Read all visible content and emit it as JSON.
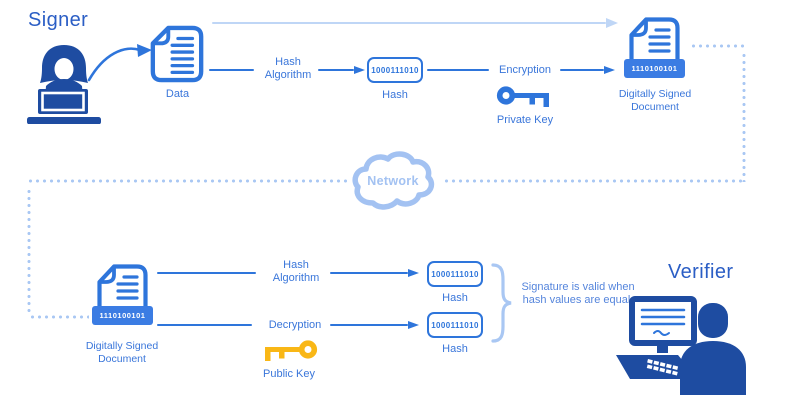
{
  "colors": {
    "primary_blue": "#2E75DB",
    "dark_blue": "#1E4CA1",
    "heading_blue": "#2B5EC5",
    "label_blue": "#3A76DA",
    "light_blue_dots": "#A9C7F3",
    "light_arrow_blue": "#BFD6F6",
    "banner_blue": "#3B7CE3",
    "key_yellow": "#F9B716",
    "note_blue": "#5585DC"
  },
  "icons": {
    "signer": "woman-at-laptop-icon",
    "data_document": "document-icon",
    "private_key": "key-icon",
    "signed_document": "signed-document-icon",
    "network": "cloud-icon",
    "public_key": "key-icon",
    "verifier": "man-at-desktop-icon"
  },
  "signer": {
    "title": "Signer",
    "data_label": "Data",
    "hash_algorithm_label": "Hash Algorithm",
    "hash_value": "1000111010",
    "hash_label": "Hash",
    "encryption_label": "Encryption",
    "private_key_label": "Private Key",
    "signed_doc_value": "1110100101",
    "signed_doc_label": "Digitally Signed Document"
  },
  "network": {
    "label": "Network"
  },
  "verifier": {
    "signed_doc_value": "1110100101",
    "signed_doc_label": "Digitally Signed Document",
    "hash_algorithm_label": "Hash Algorithm",
    "hash_value_top": "1000111010",
    "hash_label_top": "Hash",
    "decryption_label": "Decryption",
    "public_key_label": "Public Key",
    "hash_value_bottom": "1000111010",
    "hash_label_bottom": "Hash",
    "note": "Signature is valid when hash values are equal.",
    "title": "Verifier"
  }
}
